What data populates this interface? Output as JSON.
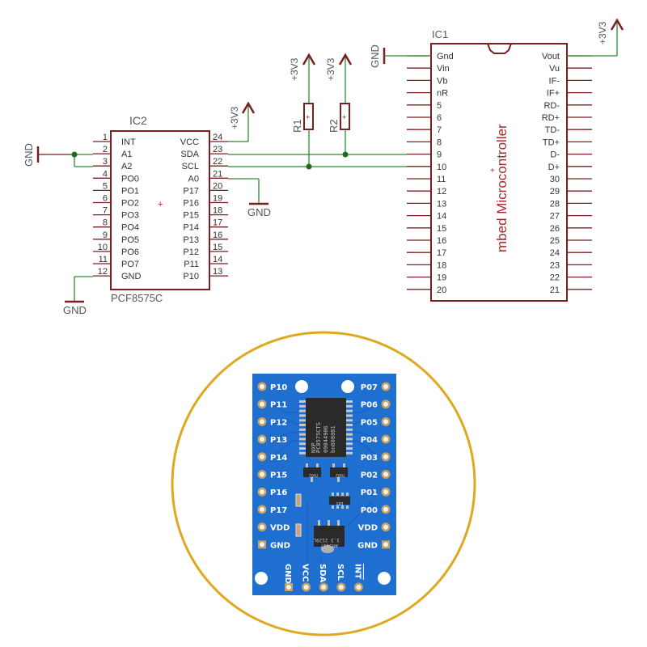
{
  "colors": {
    "schematic_line": "#7a1f1f",
    "wire_green": "#2e8b2e",
    "junction": "#1e6b1e",
    "circle_border": "#e0a81e",
    "pcb_blue": "#1f6fd0",
    "pcb_blue_dark": "#1859b0",
    "pad_gold": "#c8a060",
    "chip_black": "#2a2a2a"
  },
  "schematic": {
    "ic2": {
      "ref": "IC2",
      "part": "PCF8575C",
      "left_pins": [
        {
          "num": "1",
          "name": "INT"
        },
        {
          "num": "2",
          "name": "A1"
        },
        {
          "num": "3",
          "name": "A2"
        },
        {
          "num": "4",
          "name": "PO0"
        },
        {
          "num": "5",
          "name": "PO1"
        },
        {
          "num": "6",
          "name": "PO2"
        },
        {
          "num": "7",
          "name": "PO3"
        },
        {
          "num": "8",
          "name": "PO4"
        },
        {
          "num": "9",
          "name": "PO5"
        },
        {
          "num": "10",
          "name": "PO6"
        },
        {
          "num": "11",
          "name": "PO7"
        },
        {
          "num": "12",
          "name": "GND"
        }
      ],
      "right_pins": [
        {
          "num": "24",
          "name": "VCC"
        },
        {
          "num": "23",
          "name": "SDA"
        },
        {
          "num": "22",
          "name": "SCL"
        },
        {
          "num": "21",
          "name": "A0"
        },
        {
          "num": "20",
          "name": "P17"
        },
        {
          "num": "19",
          "name": "P16"
        },
        {
          "num": "18",
          "name": "P15"
        },
        {
          "num": "17",
          "name": "P14"
        },
        {
          "num": "16",
          "name": "P13"
        },
        {
          "num": "15",
          "name": "P12"
        },
        {
          "num": "14",
          "name": "P11"
        },
        {
          "num": "13",
          "name": "P10"
        }
      ]
    },
    "ic1": {
      "ref": "IC1",
      "title": "mbed Microcontroller",
      "left_pins": [
        "Gnd",
        "Vin",
        "Vb",
        "nR",
        "5",
        "6",
        "7",
        "8",
        "9",
        "10",
        "11",
        "12",
        "13",
        "14",
        "15",
        "16",
        "17",
        "18",
        "19",
        "20"
      ],
      "right_pins": [
        "Vout",
        "Vu",
        "IF-",
        "IF+",
        "RD-",
        "RD+",
        "TD-",
        "TD+",
        "D-",
        "D+",
        "30",
        "29",
        "28",
        "27",
        "26",
        "25",
        "24",
        "23",
        "22",
        "21"
      ]
    },
    "resistors": [
      {
        "ref": "R1",
        "supply": "+3V3"
      },
      {
        "ref": "R2",
        "supply": "+3V3"
      }
    ],
    "power_labels": {
      "ic2_vcc": "+3V3",
      "ic1_vout": "+3V3",
      "gnd_a1a2": "GND",
      "gnd_a0": "GND",
      "gnd_pin12": "GND",
      "gnd_ic1": "GND"
    }
  },
  "board": {
    "left_labels": [
      "P10",
      "P11",
      "P12",
      "P13",
      "P14",
      "P15",
      "P16",
      "P17",
      "VDD",
      "GND"
    ],
    "right_labels": [
      "P07",
      "P06",
      "P05",
      "P04",
      "P03",
      "P02",
      "P01",
      "P00",
      "VDD",
      "GND"
    ],
    "bottom_labels": [
      "GND",
      "VCC",
      "SDA",
      "SCL",
      "INT"
    ],
    "chip_text": [
      "PC8575CTS",
      "09044906",
      "bn608081",
      "NXP"
    ],
    "transistor_text": [
      "7002",
      "7002"
    ],
    "resistor_array_text": "103",
    "regulator_text": [
      "AMS117",
      "3.3 2129L"
    ]
  }
}
